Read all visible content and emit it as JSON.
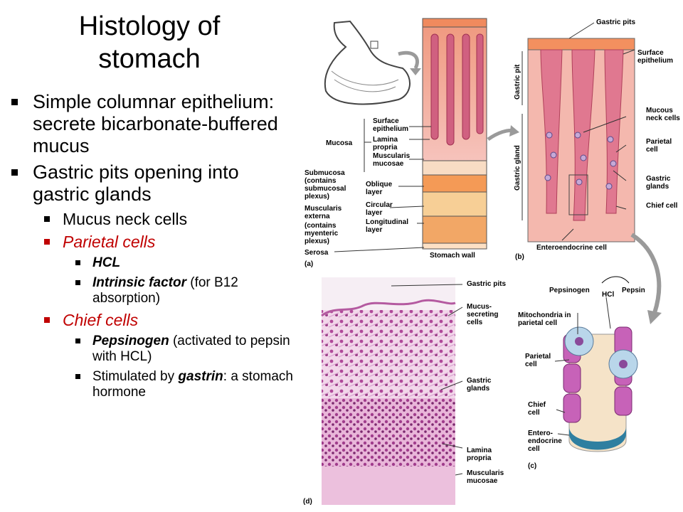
{
  "slide": {
    "title_line1": "Histology of",
    "title_line2": "stomach"
  },
  "bullets": [
    {
      "text": "Simple columnar epithelium: secrete bicarbonate-buffered mucus"
    },
    {
      "text": "Gastric pits opening into gastric glands"
    }
  ],
  "sub_bullets": {
    "mucus_neck": "Mucus neck cells",
    "parietal": "Parietal cells",
    "hcl": "HCL",
    "intrinsic_bold": "Intrinsic factor",
    "intrinsic_rest": " (for B12 absorption)",
    "chief": "Chief cells",
    "pepsinogen_bold": "Pepsinogen",
    "pepsinogen_rest": " (activated to pepsin with HCL)",
    "stimulated_pre": "Stimulated by ",
    "stimulated_bold": "gastrin",
    "stimulated_rest": ": a stomach hormone"
  },
  "figure_a": {
    "mucosa": "Mucosa",
    "surface_epithelium": "Surface epithelium",
    "lamina_propria": "Lamina propria",
    "muscularis_mucosae": "Muscularis mucosae",
    "submucosa": "Submucosa",
    "submucosa_note": "(contains submucosal plexus)",
    "muscularis_externa": "Muscularis externa",
    "muscularis_note": "(contains myenteric plexus)",
    "oblique": "Oblique layer",
    "circular": "Circular layer",
    "longitudinal": "Longitudinal layer",
    "serosa": "Serosa",
    "stomach_wall": "Stomach wall",
    "panel": "(a)"
  },
  "figure_b": {
    "gastric_pits": "Gastric pits",
    "surface_epithelium": "Surface epithelium",
    "gastric_pit": "Gastric pit",
    "gastric_gland": "Gastric gland",
    "mucous_neck": "Mucous neck cells",
    "parietal": "Parietal cell",
    "gastric_glands": "Gastric glands",
    "chief": "Chief cell",
    "enteroendocrine": "Enteroendocrine cell",
    "panel": "(b)"
  },
  "figure_c": {
    "pepsinogen": "Pepsinogen",
    "hcl": "HCl",
    "pepsin": "Pepsin",
    "mitochondria": "Mitochondria in parietal cell",
    "parietal": "Parietal cell",
    "chief": "Chief cell",
    "enteroendocrine": "Entero- endocrine cell",
    "panel": "(c)"
  },
  "figure_d": {
    "gastric_pits": "Gastric pits",
    "mucus_secreting": "Mucus- secreting cells",
    "gastric_glands": "Gastric glands",
    "lamina_propria": "Lamina propria",
    "muscularis_mucosae": "Muscularis mucosae",
    "panel": "(d)"
  }
}
